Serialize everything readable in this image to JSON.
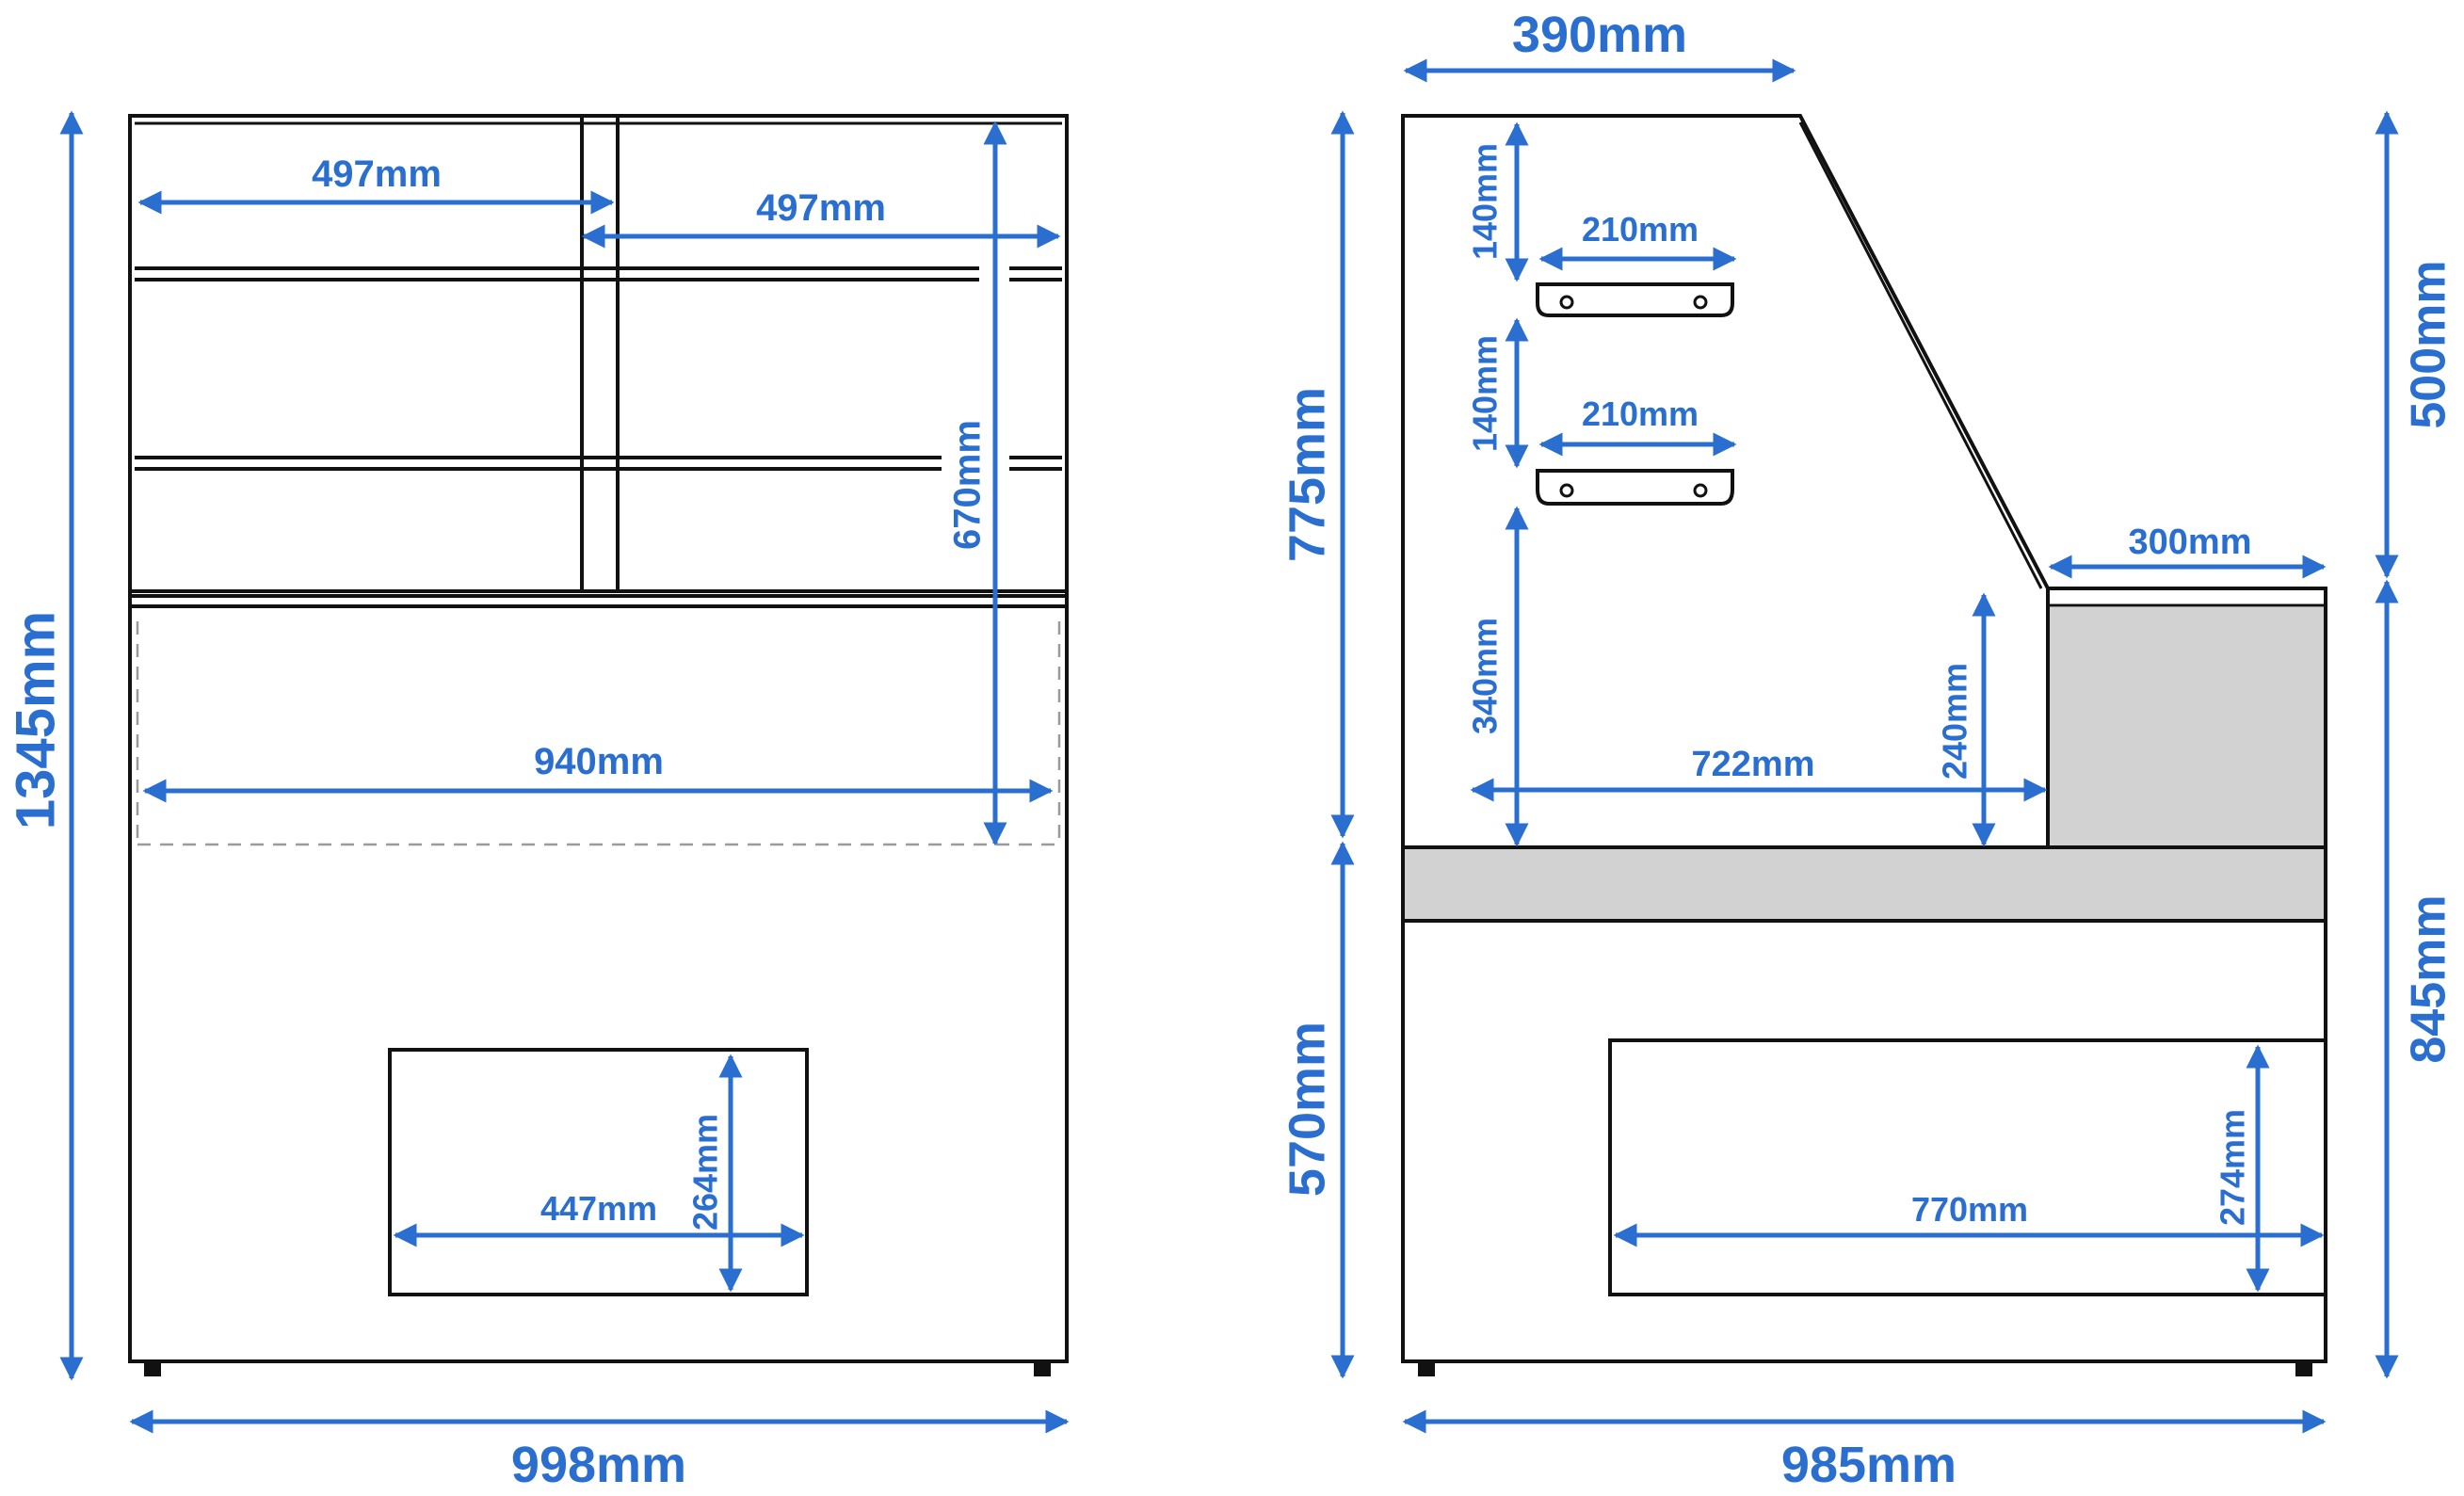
{
  "diagram": {
    "front_view": {
      "width_label": "998mm",
      "height_label": "1345mm",
      "glass_left_width_label": "497mm",
      "glass_right_width_label": "497mm",
      "display_height_label": "670mm",
      "display_width_label": "940mm",
      "storage_width_label": "447mm",
      "storage_height_label": "264mm"
    },
    "side_view": {
      "top_width_label": "390mm",
      "upper_height_label": "775mm",
      "lower_height_label": "570mm",
      "right_upper_height_label": "500mm",
      "right_lower_height_label": "845mm",
      "shelf_1_gap_label": "140mm",
      "shelf_1_depth_label": "210mm",
      "shelf_2_gap_label": "140mm",
      "shelf_2_depth_label": "210mm",
      "base_clearance_label": "340mm",
      "display_depth_label": "722mm",
      "counter_height_label": "240mm",
      "counter_depth_label": "300mm",
      "storage_width_label": "770mm",
      "storage_height_label": "274mm",
      "depth_label": "985mm"
    },
    "colors": {
      "dimension": "#2a6fd0",
      "outline": "#111111",
      "fill": "#d2d2d2"
    }
  }
}
